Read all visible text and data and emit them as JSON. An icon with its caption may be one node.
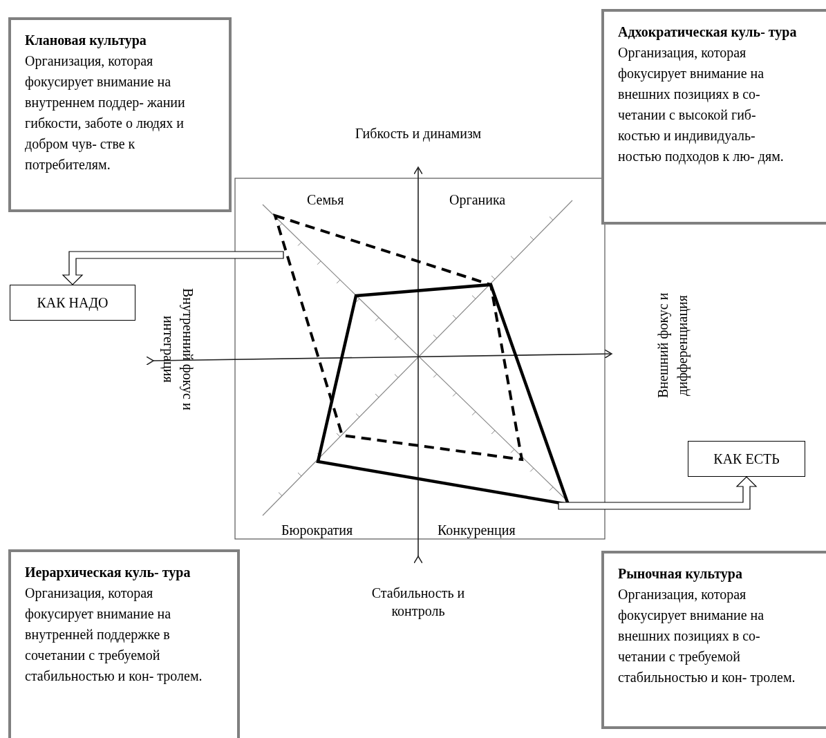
{
  "diagram": {
    "nodes": [
      {
        "text": [
          "Клановая культура",
          "Организация, которая фокусирует внимание на внутреннем поддер- жании гибкости, заботе о людях и добром  чув- стве к потребителям."
        ]
      },
      {
        "text": [
          "Адхократическая куль- тура",
          "Организация, которая фокусирует внимание на внешних позициях в со- четании с высокой гиб- костью и индивидуаль- ностью подходов к лю- дям."
        ]
      },
      {
        "text": [
          "Иерархическая куль- тура",
          "Организация, которая фокусирует внимание на внутренней поддержке в сочетании с требуемой стабильностью и кон- тролем."
        ]
      },
      {
        "text": [
          "Рыночная культура",
          "Организация, которая фокусирует внимание на внешних позициях в со- четании с требуемой стабильностью и кон- тролем."
        ]
      },
      {
        "text": [
          "КАК НАДО"
        ]
      },
      {
        "text": [
          "КАК ЕСТЬ"
        ]
      }
    ],
    "edges": [
      {
        "from": null,
        "to": 4,
        "arrow": "to"
      },
      {
        "from": null,
        "to": 5,
        "arrow": "to"
      }
    ],
    "labels": [
      "Гибкость и динамизм",
      "Семья",
      "Органика",
      "Внутренний фокус и интеграция",
      "Внешний фокус и дифференциация",
      "Бюрократия",
      "Конкуренция",
      "Стабильность и контроль"
    ]
  }
}
